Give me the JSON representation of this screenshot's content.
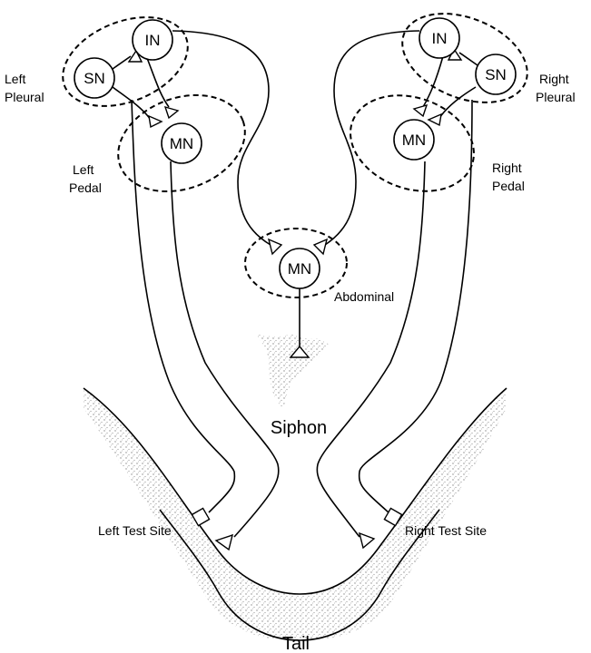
{
  "labels": {
    "left_pleural_1": "Left",
    "left_pleural_2": "Pleural",
    "left_pedal_1": "Left",
    "left_pedal_2": "Pedal",
    "right_pleural_1": "Right",
    "right_pleural_2": "Pleural",
    "right_pedal_1": "Right",
    "right_pedal_2": "Pedal",
    "abdominal": "Abdominal",
    "siphon": "Siphon",
    "tail": "Tail",
    "left_test_site": "Left Test Site",
    "right_test_site": "Right Test Site"
  },
  "neurons": {
    "left_in": "IN",
    "left_sn": "SN",
    "left_mn": "MN",
    "right_in": "IN",
    "right_sn": "SN",
    "right_mn": "MN",
    "abdominal_mn": "MN"
  }
}
